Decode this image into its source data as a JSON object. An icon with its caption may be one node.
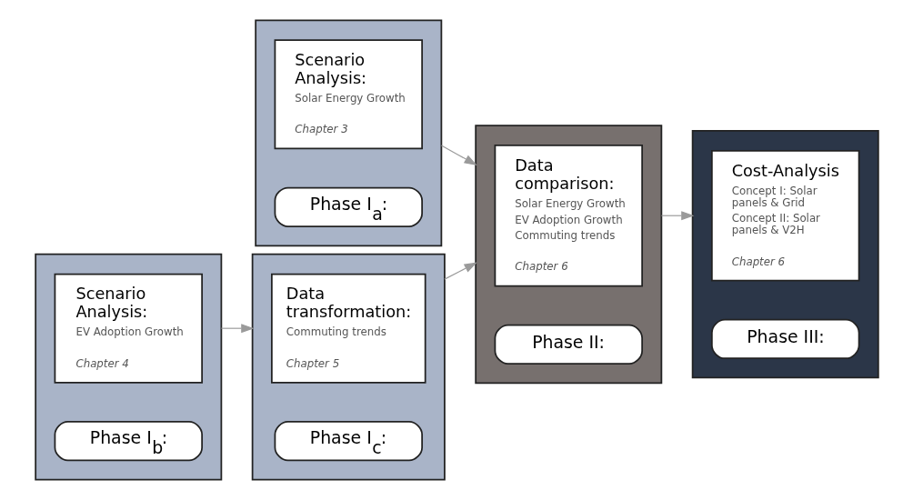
{
  "diagram": {
    "nodes": [
      {
        "text": [],
        "shape": "box"
      },
      {
        "text": [
          "Phase I$_{a}$:"
        ],
        "in": 0
      },
      {
        "text": [
          "Scenario Analysis:",
          "Solar Energy Growth",
          "Chapter 3"
        ],
        "in": 0
      },
      {
        "text": [],
        "shape": "box"
      },
      {
        "text": [
          "Phase I$_{b}$:"
        ],
        "in": 3
      },
      {
        "text": [
          "Scenario Analysis:",
          "EV Adoption Growth",
          "Chapter 4"
        ],
        "in": 3
      },
      {
        "text": [],
        "shape": "box"
      },
      {
        "text": [
          "Phase I$_{c}$:"
        ],
        "in": 6
      },
      {
        "text": [
          "Data transformation:",
          "Commuting trends",
          "Chapter 5"
        ],
        "in": 6
      },
      {
        "text": [],
        "shape": "box"
      },
      {
        "text": [
          "Phase II:"
        ],
        "in": 9
      },
      {
        "text": [
          "Data comparison:",
          "Solar Energy Growth",
          "EV Adoption Growth",
          "Commuting trends",
          "Chapter 6"
        ],
        "in": 9
      },
      {
        "text": [],
        "shape": "box"
      },
      {
        "text": [
          "Phase III:"
        ],
        "in": 12
      },
      {
        "text": [
          "Cost-Analysis",
          "Concept I: Solar panels & Grid",
          "Concept II: Solar panels & V2H",
          "Chapter 6"
        ],
        "in": 12
      }
    ],
    "edges": [
      {
        "from": 0,
        "to": 9,
        "arrow": "to"
      },
      {
        "from": 3,
        "to": 6,
        "arrow": "to"
      },
      {
        "from": 6,
        "to": 9,
        "arrow": "to"
      },
      {
        "from": 9,
        "to": 12,
        "arrow": "to"
      }
    ]
  }
}
